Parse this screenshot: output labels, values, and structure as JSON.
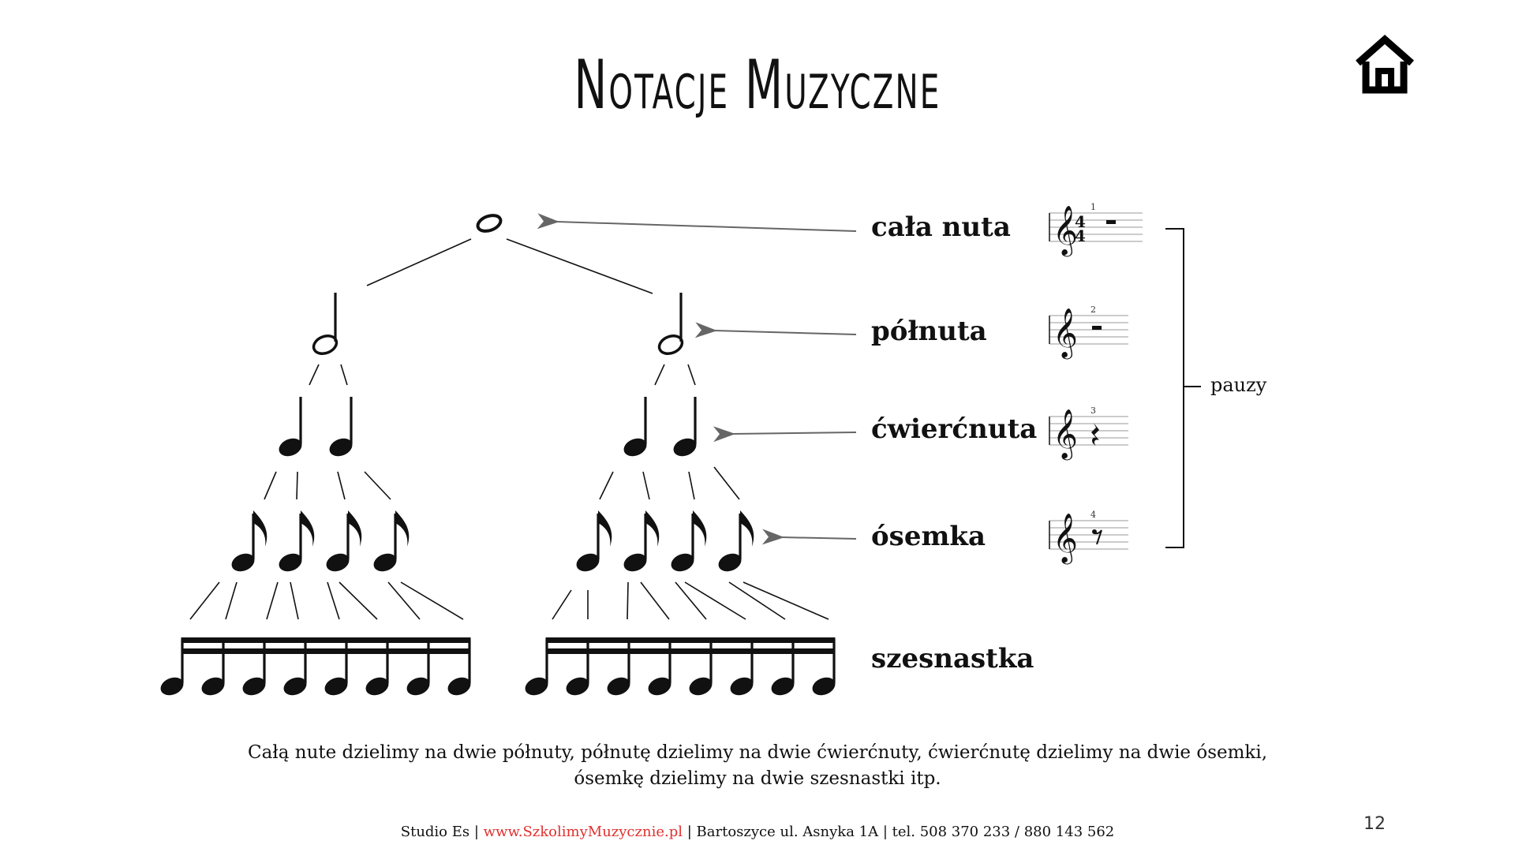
{
  "title": "Notacje Muzyczne",
  "home": {
    "icon": "home-icon"
  },
  "labels": {
    "whole": "cała nuta",
    "half": "półnuta",
    "quarter": "ćwierćnuta",
    "eighth": "ósemka",
    "sixteenth": "szesnastka",
    "rests": "pauzy"
  },
  "rest_staves": [
    {
      "measure": "1",
      "time_signature": "4/4",
      "rest": "whole-rest"
    },
    {
      "measure": "2",
      "rest": "half-rest"
    },
    {
      "measure": "3",
      "rest": "quarter-rest"
    },
    {
      "measure": "4",
      "rest": "eighth-rest"
    }
  ],
  "caption": {
    "line1": "Całą nute dzielimy na dwie półnuty, półnutę dzielimy na dwie ćwierćnuty, ćwierćnutę dzielimy na dwie ósemki,",
    "line2": "ósemkę dzielimy na dwie szesnastki itp."
  },
  "footer": {
    "studio": "Studio Es | ",
    "website": "www.SzkolimyMuzycznie.pl",
    "rest": " | Bartoszyce ul. Asnyka 1A | tel. 508 370 233 / 880 143 562"
  },
  "page_number": "12",
  "colors": {
    "arrow": "#666666",
    "link": "#e0312f",
    "ink": "#111111"
  }
}
